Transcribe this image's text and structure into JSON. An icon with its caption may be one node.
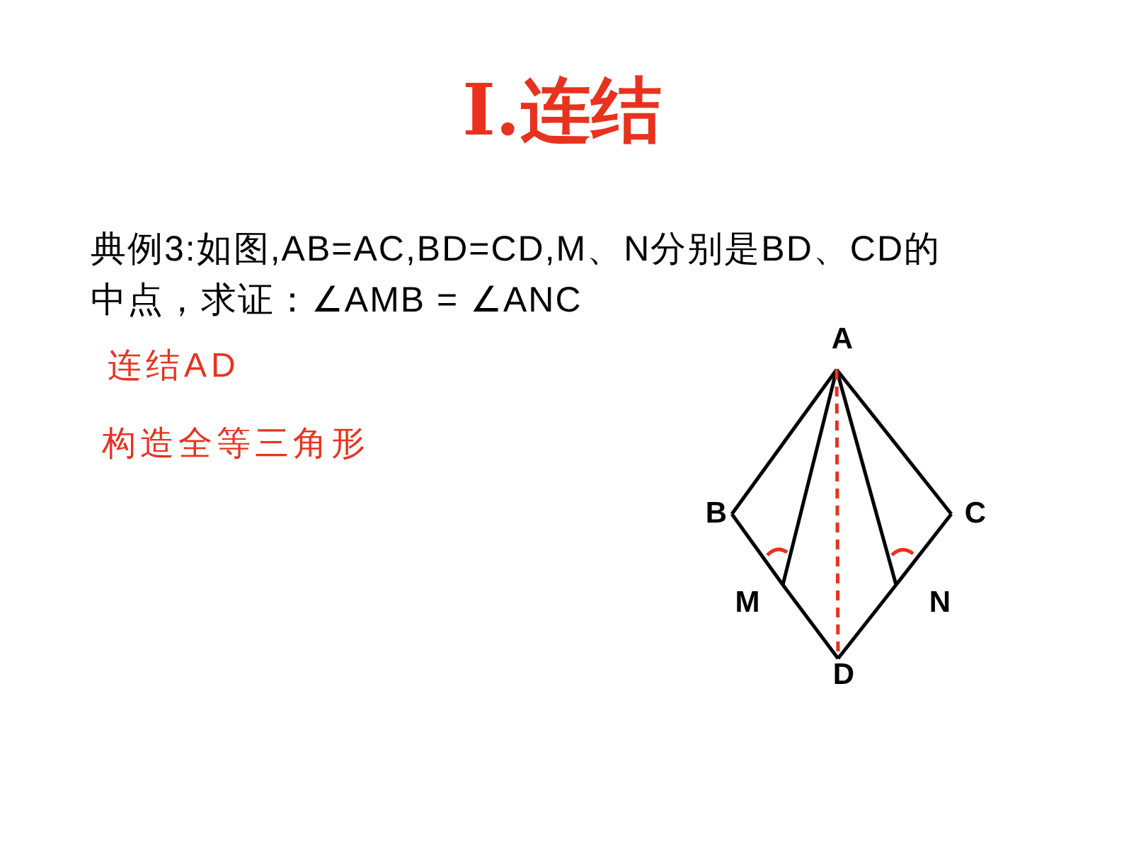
{
  "diagram": {
    "title": "Ⅰ.连结",
    "nodes": [
      {
        "text": [
          "A"
        ]
      },
      {
        "text": [
          "B"
        ]
      },
      {
        "text": [
          "C"
        ]
      },
      {
        "text": [
          "M"
        ]
      },
      {
        "text": [
          "N"
        ]
      },
      {
        "text": [
          "D"
        ]
      }
    ],
    "edges": [
      {
        "from": 0,
        "to": 1,
        "arrow": "none"
      },
      {
        "from": 0,
        "to": 2,
        "arrow": "none"
      },
      {
        "from": 1,
        "to": 3,
        "arrow": "none"
      },
      {
        "from": 3,
        "to": 5,
        "arrow": "none"
      },
      {
        "from": 2,
        "to": 4,
        "arrow": "none"
      },
      {
        "from": 4,
        "to": 5,
        "arrow": "none"
      },
      {
        "from": 0,
        "to": 3,
        "arrow": "none"
      },
      {
        "from": 0,
        "to": 4,
        "arrow": "none"
      },
      {
        "from": 0,
        "to": 5,
        "arrow": "none",
        "style": "dashed",
        "color": "#e8321e"
      }
    ],
    "labels": [
      "典例3:如图,AB=AC,BD=CD,M、N分别是BD、CD的中点，求证：∠AMB = ∠ANC",
      "连结AD",
      "构造全等三角形"
    ]
  }
}
